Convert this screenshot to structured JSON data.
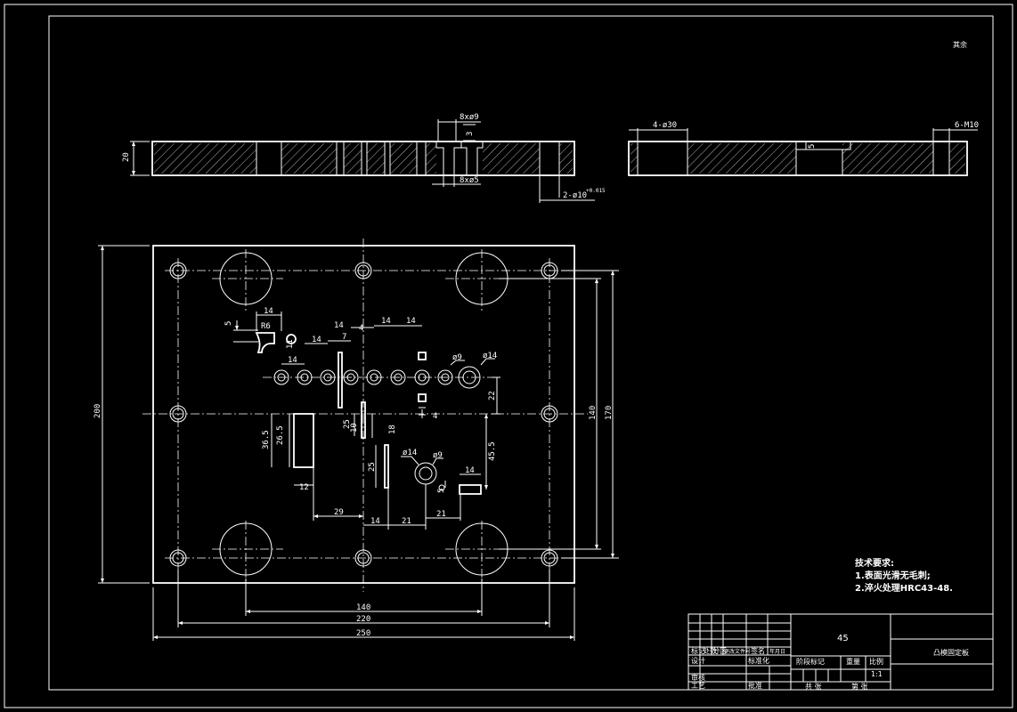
{
  "drawing": {
    "corner_note": "其余",
    "section_a_dims": {
      "thickness": "20",
      "counterbore_top": "8xø9",
      "depth": "3",
      "counterbore_bottom": "8xø5",
      "holes": "2-ø10",
      "tolerance": "+0.015"
    },
    "section_b_dims": {
      "holes_left": "4-ø30",
      "holes_right": "6-M10",
      "step": "5"
    },
    "plan_dims": {
      "d_5": "5",
      "d_14a": "14",
      "r6": "R6",
      "d_11": "11",
      "d_14b": "14",
      "d_14c": "14",
      "d_14d": "14",
      "d_7": "7",
      "d_4a": "4",
      "d_14e": "14",
      "d_14f": "14",
      "d_phi9a": "ø9",
      "d_phi14a": "ø14",
      "d_22": "22",
      "d_4b": "4",
      "d_25a": "25",
      "d_10": "10",
      "d_18": "18",
      "d_36_5": "36.5",
      "d_26_5": "26.5",
      "d_12": "12",
      "d_25b": "25",
      "d_phi14b": "ø14",
      "d_phi9b": "ø9",
      "d_5b": "5",
      "d_14g": "14",
      "d_45_5": "45.5",
      "d_29": "29",
      "d_14h": "14",
      "d_21a": "21",
      "d_21b": "21",
      "d_140v": "140",
      "d_170": "170",
      "d_200": "200",
      "d_140h": "140",
      "d_220": "220",
      "d_250": "250"
    },
    "tech_notes": {
      "title": "技术要求:",
      "line1": "1.表面光滑无毛刺;",
      "line2": "2.淬火处理HRC43-48."
    },
    "title_block": {
      "material": "45",
      "part_name": "凸模固定板",
      "r1": "标记",
      "r2": "处数",
      "r3": "分区",
      "r4": "更改文件号",
      "r5": "签名",
      "r6": "年月日",
      "designer": "设计",
      "std": "标准化",
      "stage": "阶段标记",
      "weight": "重量",
      "scale": "比例",
      "scale_val": "1:1",
      "review": "审核",
      "process": "工艺",
      "approve": "批准",
      "sheets": "共 张",
      "sheet": "第 张"
    }
  }
}
